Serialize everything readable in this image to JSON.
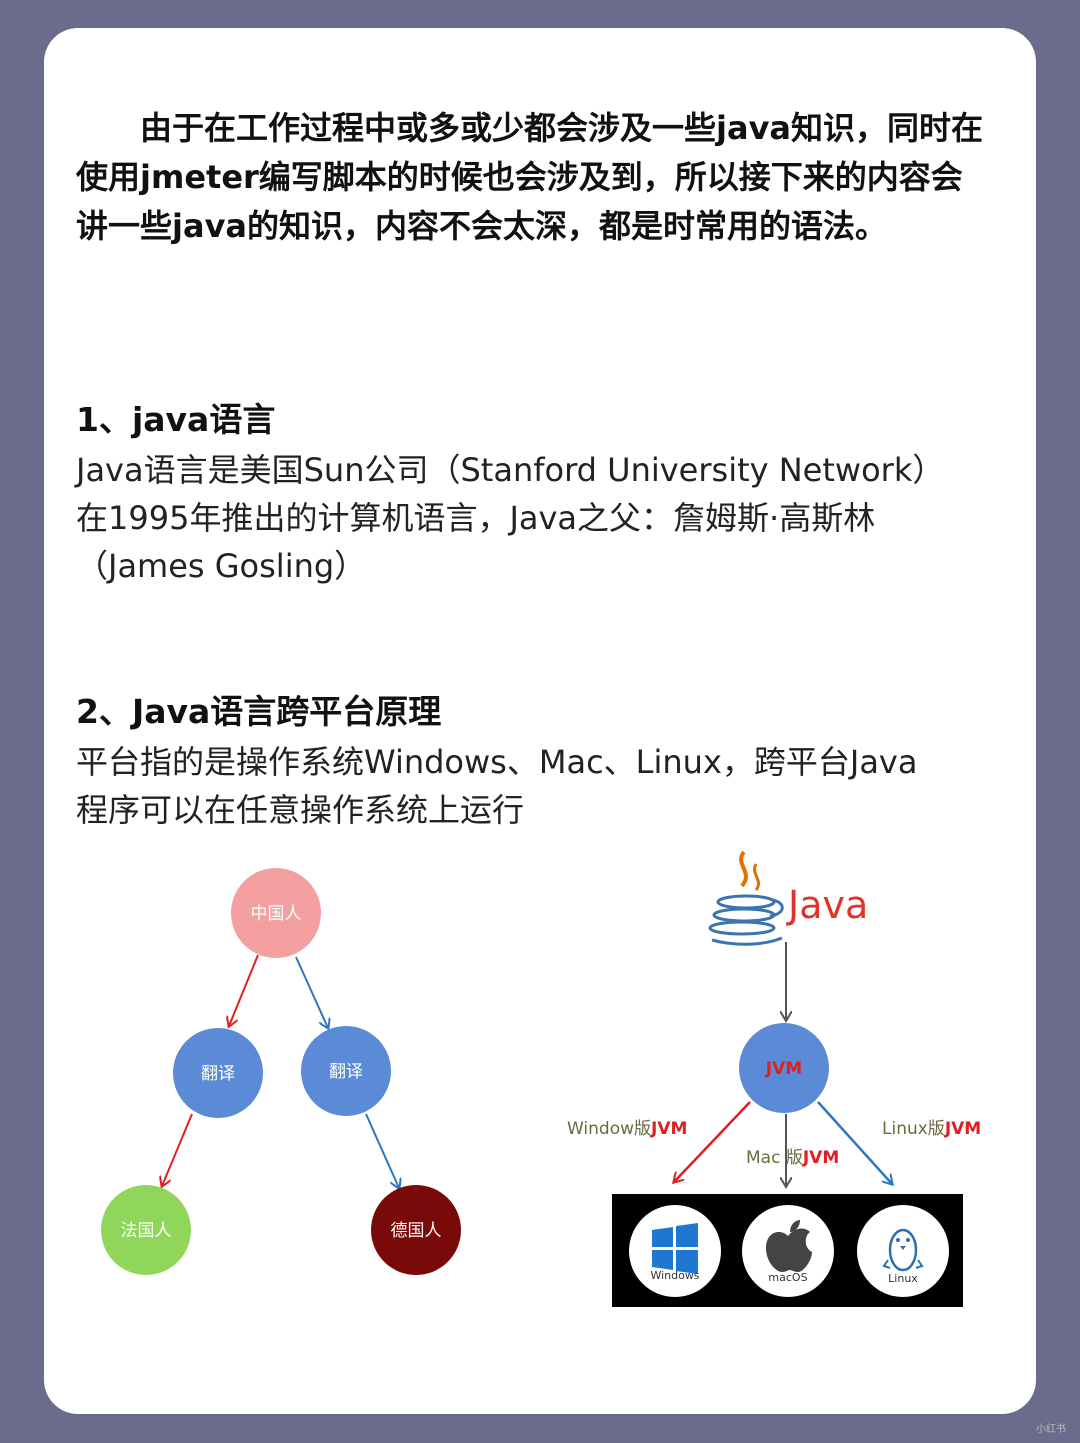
{
  "intro": "由于在工作过程中或多或少都会涉及一些java知识，同时在使用jmeter编写脚本的时候也会涉及到，所以接下来的内容会讲一些java的知识，内容不会太深，都是时常用的语法。",
  "section1": {
    "heading": "1、java语言",
    "lines": [
      "Java语言是美国Sun公司（Stanford University Network）",
      "在1995年推出的计算机语言，Java之父：詹姆斯·高斯林",
      "（James Gosling）"
    ]
  },
  "section2": {
    "heading": "2、Java语言跨平台原理",
    "lines": [
      "平台指的是操作系统Windows、Mac、Linux，跨平台Java",
      "程序可以在任意操作系统上运行"
    ]
  },
  "analogy": {
    "source": "中国人",
    "translator_left": "翻译",
    "translator_right": "翻译",
    "target_left": "法国人",
    "target_right": "德国人",
    "colors": {
      "source": "#f4a0a0",
      "translator": "#5b8bd6",
      "target_left": "#8fd65b",
      "target_right": "#7a0a0a",
      "left_arrow": "#e02020",
      "right_arrow": "#2a78c0"
    }
  },
  "jvm_diagram": {
    "logo_text": "Java",
    "jvm": "JVM",
    "labels": {
      "windows_prefix": "Window版",
      "windows_suffix": "JVM",
      "mac_prefix": "Mac 版",
      "mac_suffix": "JVM",
      "linux_prefix": "Linux版",
      "linux_suffix": "JVM"
    },
    "os": [
      "Windows",
      "macOS",
      "Linux"
    ],
    "icons": [
      "java-cup-icon",
      "windows-icon",
      "apple-icon",
      "tux-icon"
    ]
  },
  "watermark": "小红书"
}
